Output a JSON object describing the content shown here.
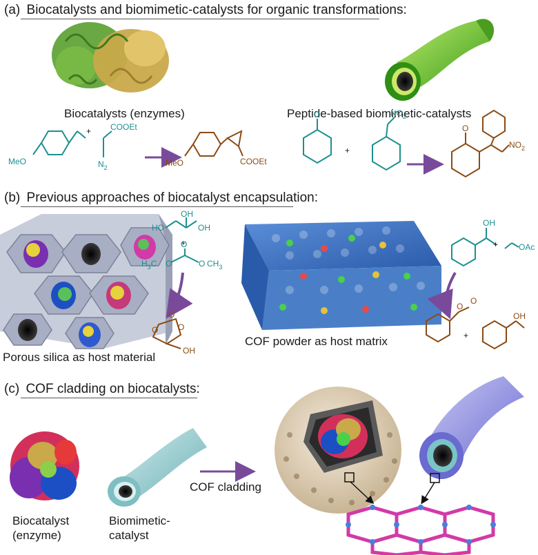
{
  "sections": {
    "a": {
      "label": "(a)",
      "title": "Biocatalysts and biomimetic-catalysts for organic transformations:"
    },
    "b": {
      "label": "(b)",
      "title": "Previous approaches of biocatalyst encapsulation:"
    },
    "c": {
      "label": "(c)",
      "title": "COF cladding on biocatalysts:"
    }
  },
  "captions": {
    "enzymes": "Biocatalysts (enzymes)",
    "peptide": "Peptide-based biomimetic-catalysts",
    "silica": "Porous silica as host material",
    "cof_powder": "COF powder as host matrix",
    "biocatalyst_line1": "Biocatalyst",
    "biocatalyst_line2": "(enzyme)",
    "biomimetic_line1": "Biomimetic-",
    "biomimetic_line2": "catalyst",
    "cof_cladding": "COF cladding"
  },
  "chem_labels": {
    "meo1": "MeO",
    "cooet1": "COOEt",
    "n2": "N",
    "n2_sub": "2",
    "meo2": "MeO",
    "cooet2": "COOEt",
    "ketone_o": "O",
    "no2_a": "NO",
    "no2_a_sub": "2",
    "ketone_o2": "O",
    "no2_b": "NO",
    "no2_b_sub": "2",
    "plus": "+",
    "ho_left": "HO",
    "oh_top": "OH",
    "oh_right": "OH",
    "h3c": "H",
    "h3c_sub": "3",
    "h3c_c": "C",
    "ch3": "CH",
    "ch3_sub": "3",
    "carb_o": "O",
    "carb_o2": "O",
    "carb_o3": "O",
    "cyc_o": "O",
    "cyc_o2": "O",
    "cyc_o3": "O",
    "oh_product": "OH",
    "oh_alc": "OH",
    "oac": "OAc",
    "ester_o": "O",
    "ester_o2": "O",
    "oh_final": "OH"
  },
  "colors": {
    "reactant": "#1c8f8f",
    "product": "#8b4a12",
    "arrow": "#7a4a9a",
    "enzyme_green": "#5a9e2f",
    "enzyme_gold": "#c9a94a",
    "peptide_green": "#6cc52a",
    "silica_grey": "#a8aec4",
    "cof_blue": "#3a6fc4",
    "cyan_tube": "#9ed1d3",
    "purple_tube": "#9b9be0",
    "framework_pink": "#d23aa8"
  }
}
